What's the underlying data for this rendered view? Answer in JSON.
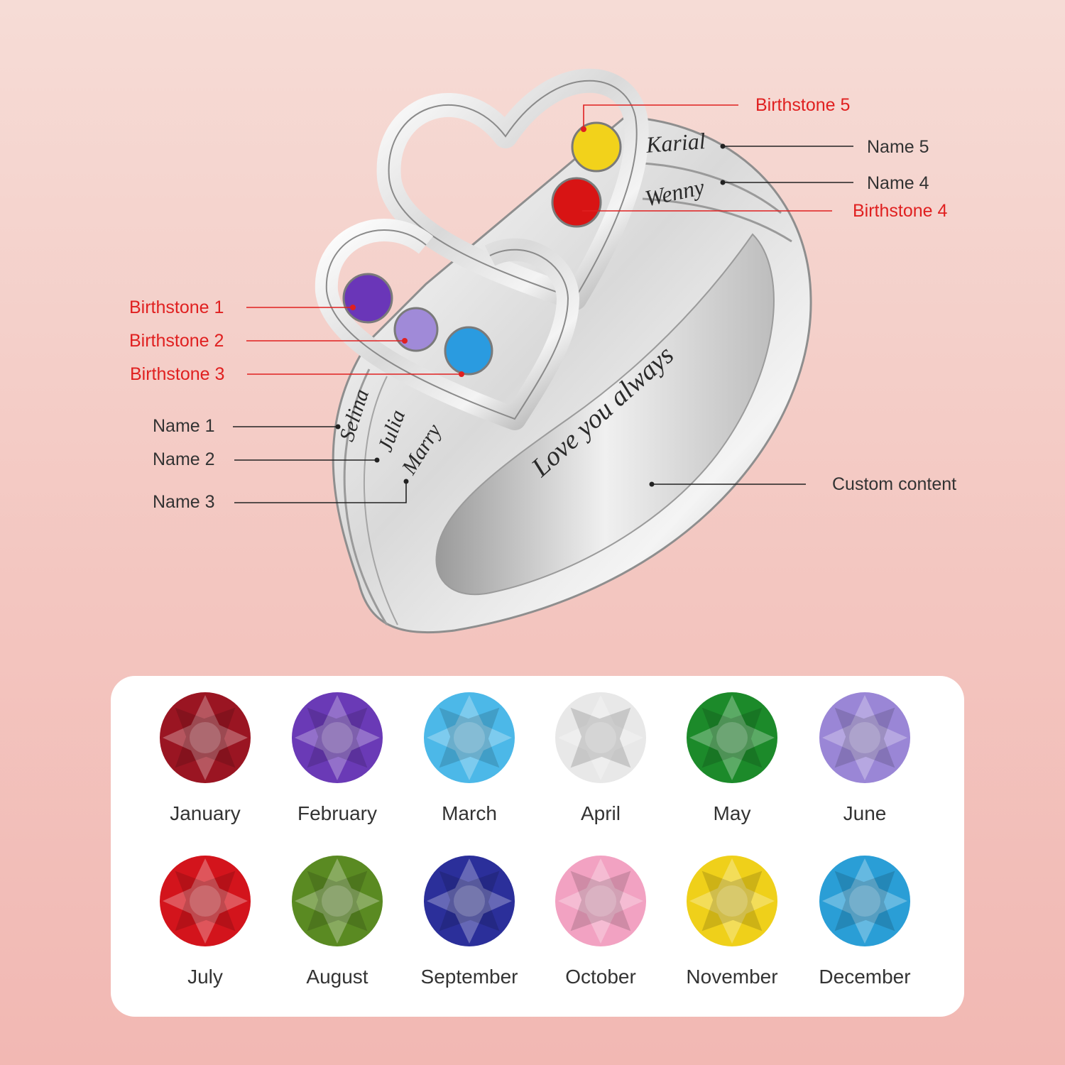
{
  "callouts": {
    "birthstone_5": "Birthstone 5",
    "birthstone_4": "Birthstone 4",
    "birthstone_1": "Birthstone 1",
    "birthstone_2": "Birthstone 2",
    "birthstone_3": "Birthstone 3",
    "name_5": "Name 5",
    "name_4": "Name 4",
    "name_1": "Name 1",
    "name_2": "Name 2",
    "name_3": "Name 3",
    "custom": "Custom content"
  },
  "engravings": {
    "name_5": "Karial",
    "name_4": "Wenny",
    "name_1": "Selina",
    "name_2": "Julia",
    "name_3": "Marry",
    "custom": "Love you always"
  },
  "ring_stones": {
    "stone_5_color": "#f2d21b",
    "stone_4_color": "#d81414",
    "stone_1_color": "#6a36b8",
    "stone_2_color": "#a08ad8",
    "stone_3_color": "#2a9be0"
  },
  "months": [
    {
      "label": "January",
      "color": "#9a1522"
    },
    {
      "label": "February",
      "color": "#6a3ab6"
    },
    {
      "label": "March",
      "color": "#4cb8e8"
    },
    {
      "label": "April",
      "color": "#e8e8e8"
    },
    {
      "label": "May",
      "color": "#1c8a2a"
    },
    {
      "label": "June",
      "color": "#9a86d6"
    },
    {
      "label": "July",
      "color": "#d3141c"
    },
    {
      "label": "August",
      "color": "#5a8a22"
    },
    {
      "label": "September",
      "color": "#2b2f9a"
    },
    {
      "label": "October",
      "color": "#f2a2c2"
    },
    {
      "label": "November",
      "color": "#efd01a"
    },
    {
      "label": "December",
      "color": "#2a9ed6"
    }
  ]
}
